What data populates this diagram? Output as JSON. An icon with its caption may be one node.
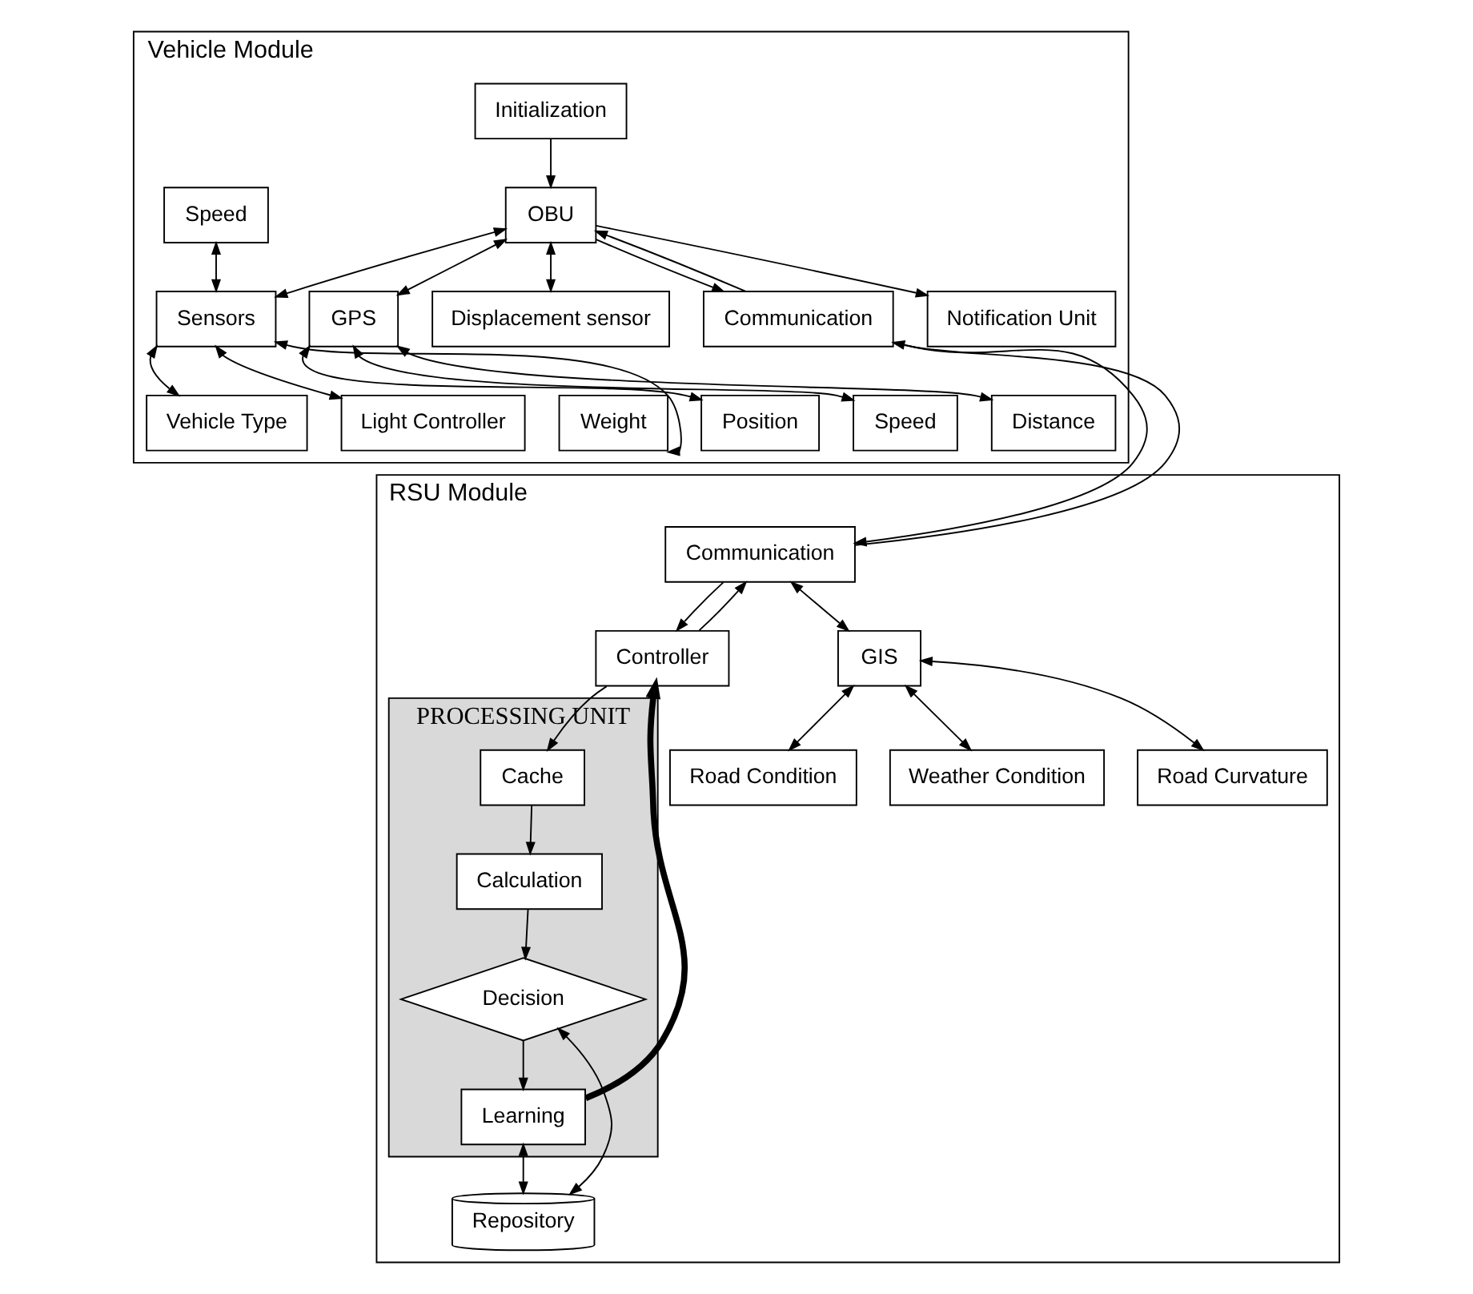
{
  "diagram": {
    "nodes": [
      {
        "text": [
          "Vehicle Module"
        ]
      },
      {
        "text": [
          "Initialization"
        ],
        "in": 0
      },
      {
        "text": [
          "OBU"
        ],
        "in": 0
      },
      {
        "text": [
          "GPS"
        ],
        "in": 0
      },
      {
        "text": [
          "Position"
        ],
        "in": 0
      },
      {
        "text": [
          "Speed"
        ],
        "in": 0
      },
      {
        "text": [
          "Distance"
        ],
        "in": 0
      },
      {
        "text": [
          "Vehicle Type"
        ],
        "in": 0
      },
      {
        "text": [
          "Light Controller"
        ],
        "in": 0
      },
      {
        "text": [
          "Speed"
        ],
        "in": 0
      },
      {
        "text": [
          "Sensors"
        ],
        "in": 0
      },
      {
        "text": [
          "Displacement sensor"
        ],
        "in": 0
      },
      {
        "text": [
          "Communication"
        ],
        "in": 0
      },
      {
        "text": [
          "Notification Unit"
        ],
        "in": 0
      },
      {
        "text": [
          "Weight"
        ],
        "in": 0
      },
      {
        "text": [
          "RSU Module"
        ]
      },
      {
        "text": [
          "Communication"
        ],
        "in": 15
      },
      {
        "text": [
          "Controller"
        ],
        "in": 15
      },
      {
        "text": [
          "GIS"
        ],
        "in": 15
      },
      {
        "text": [
          "Road Condition"
        ],
        "in": 15
      },
      {
        "text": [
          "Weather Condition"
        ],
        "in": 15
      },
      {
        "text": [
          "Road Curvature"
        ],
        "in": 15
      },
      {
        "text": [
          "PROCESSING UNIT"
        ],
        "in": 15
      },
      {
        "text": [
          "Cache"
        ],
        "in": 22
      },
      {
        "text": [
          "Calculation"
        ],
        "in": 22
      },
      {
        "text": [
          "Decision"
        ],
        "in": 22
      },
      {
        "text": [
          "Learning"
        ],
        "in": 22
      },
      {
        "text": [
          "Repository"
        ],
        "in": 15
      }
    ],
    "edges": [
      {
        "from": 1,
        "to": 2,
        "arrow": "to"
      },
      {
        "from": 2,
        "to": 3,
        "arrow": "both"
      },
      {
        "from": 3,
        "to": 4,
        "arrow": "both"
      },
      {
        "from": 3,
        "to": 5,
        "arrow": "both"
      },
      {
        "from": 3,
        "to": 6,
        "arrow": "both"
      },
      {
        "from": 10,
        "to": 7,
        "arrow": "both"
      },
      {
        "from": 10,
        "to": 8,
        "arrow": "both"
      },
      {
        "from": 9,
        "to": 10,
        "arrow": "both"
      },
      {
        "from": 10,
        "to": 14,
        "arrow": "both"
      },
      {
        "from": 2,
        "to": 10,
        "arrow": "both"
      },
      {
        "from": 2,
        "to": 11,
        "arrow": "both"
      },
      {
        "from": 2,
        "to": 13,
        "arrow": "to"
      },
      {
        "from": 2,
        "to": 12,
        "arrow": "to"
      },
      {
        "from": 12,
        "to": 2,
        "arrow": "to"
      },
      {
        "from": 12,
        "to": 16,
        "arrow": "to"
      },
      {
        "from": 16,
        "to": 12,
        "arrow": "to"
      },
      {
        "from": 16,
        "to": 18,
        "arrow": "both"
      },
      {
        "from": 17,
        "to": 16,
        "arrow": "to"
      },
      {
        "from": 16,
        "to": 17,
        "arrow": "to"
      },
      {
        "from": 18,
        "to": 19,
        "arrow": "both"
      },
      {
        "from": 18,
        "to": 20,
        "arrow": "both"
      },
      {
        "from": 18,
        "to": 21,
        "arrow": "both"
      },
      {
        "from": 17,
        "to": 23,
        "arrow": "to"
      },
      {
        "from": 23,
        "to": 24,
        "arrow": "to"
      },
      {
        "from": 24,
        "to": 25,
        "arrow": "to"
      },
      {
        "from": 25,
        "to": 26,
        "arrow": "to"
      },
      {
        "from": 26,
        "to": 27,
        "arrow": "both"
      },
      {
        "from": 27,
        "to": 25,
        "arrow": "both"
      },
      {
        "from": 26,
        "to": 17,
        "arrow": "to",
        "style": "thick"
      }
    ]
  }
}
